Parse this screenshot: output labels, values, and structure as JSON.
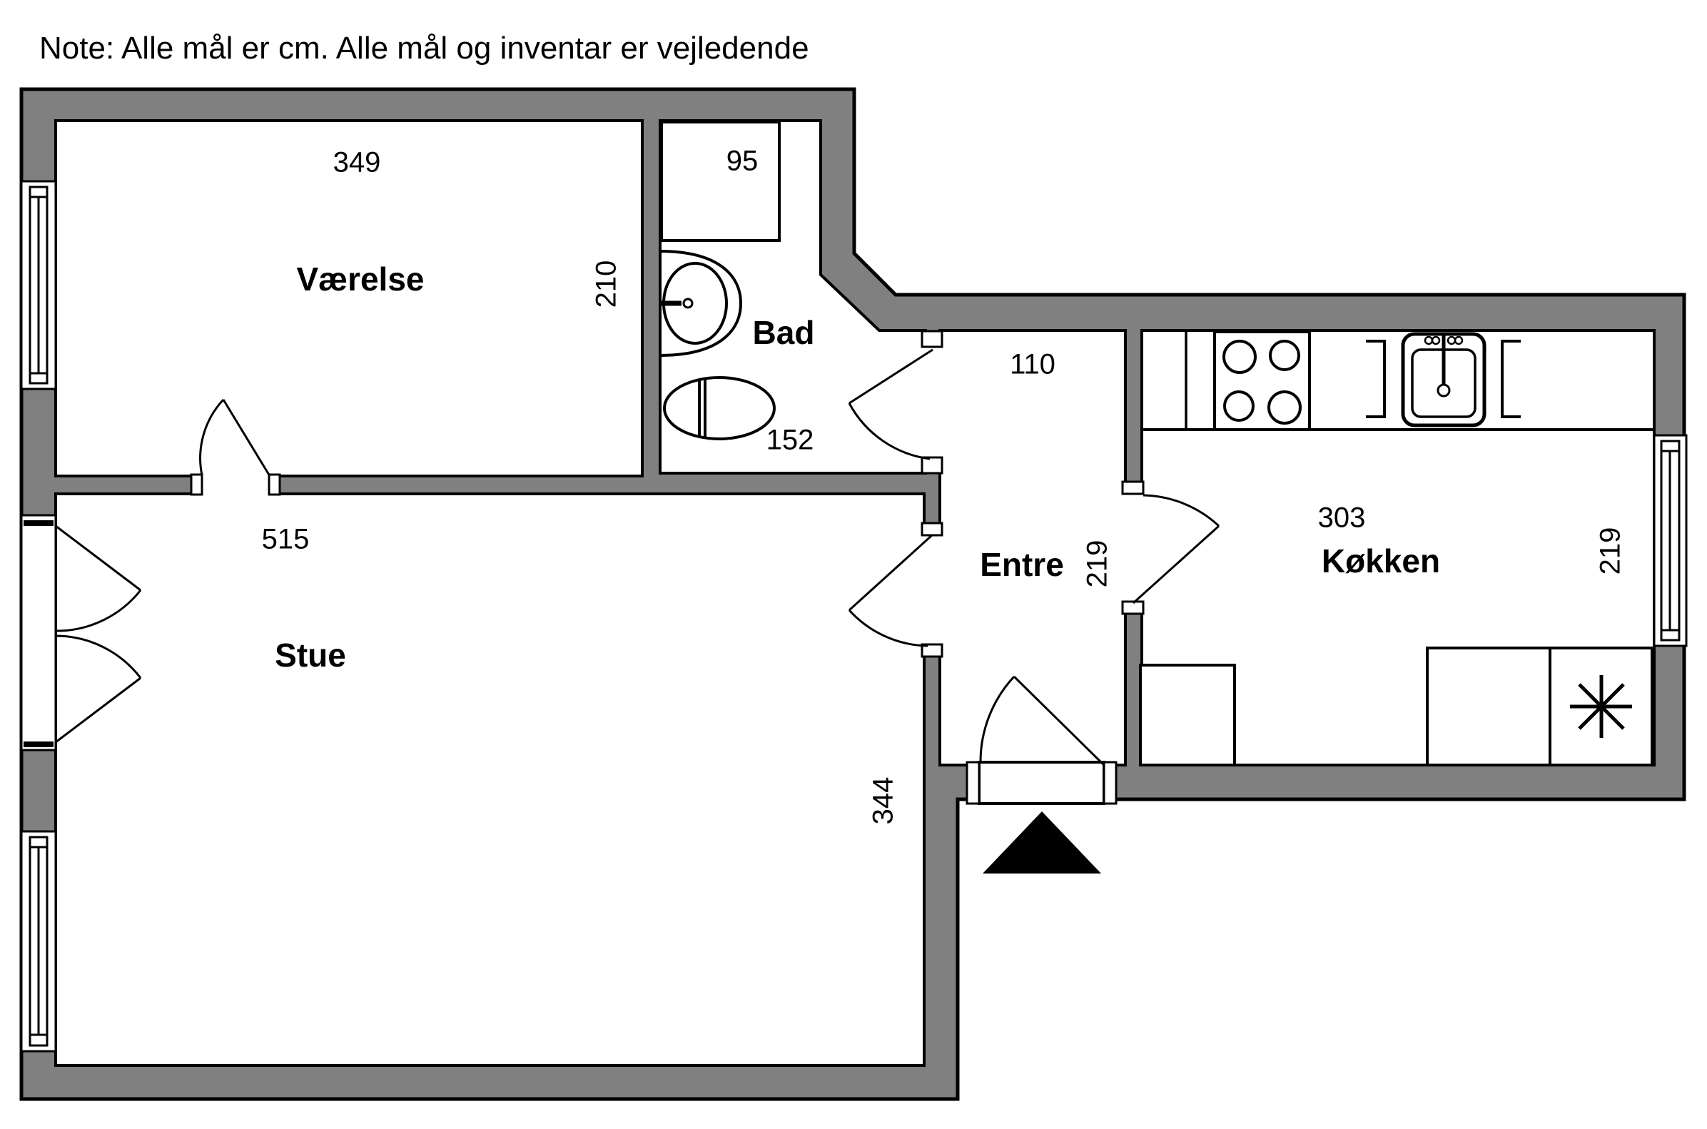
{
  "note": "Note: Alle mål er cm. Alle mål og inventar er vejledende",
  "colors": {
    "wall": "#808080",
    "line": "#000000",
    "background": "#ffffff",
    "entrance_arrow": "#000000"
  },
  "units": "cm",
  "rooms": {
    "vaerelse": {
      "name": "Værelse",
      "dim_width": "349",
      "dim_depth": "210"
    },
    "bad": {
      "name": "Bad",
      "dim_shower": "95",
      "dim_toilet": "152"
    },
    "entre": {
      "name": "Entre",
      "dim_width": "110",
      "dim_length": "219",
      "dim_hall": "344"
    },
    "koekken": {
      "name": "Køkken",
      "dim_counter": "303",
      "dim_depth": "219"
    },
    "stue": {
      "name": "Stue",
      "dim_width": "515"
    }
  },
  "fixtures": [
    "shower",
    "bath-sink",
    "toilet",
    "stove-4-burners",
    "kitchen-sink",
    "kitchen-cabinets",
    "appliance-asterisk",
    "entrance-arrow",
    "window-left-vaerelse",
    "window-left-stue",
    "window-right-koekken",
    "french-double-door"
  ]
}
